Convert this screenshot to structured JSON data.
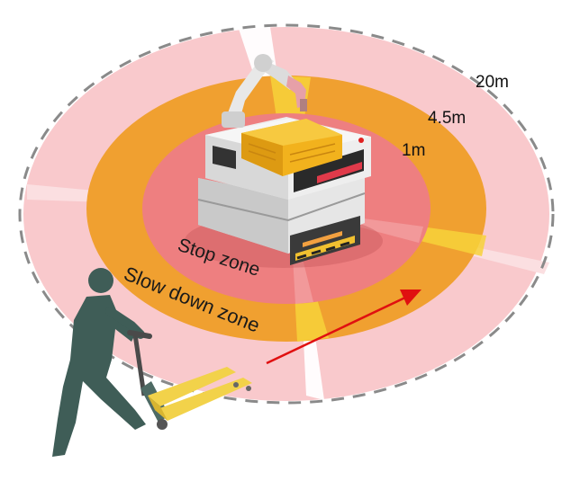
{
  "distances": {
    "outer": "20m",
    "middle": "4.5m",
    "inner": "1m"
  },
  "zones": {
    "stop": "Stop zone",
    "slow_down": "Slow down zone"
  },
  "colors": {
    "outer_zone": "#f9c9cc",
    "slow_zone": "#f0a030",
    "stop_zone": "#ee7f80",
    "scan_beam": "#f7d23a",
    "dashed_boundary": "#8a8a8a",
    "arrow": "#e01010",
    "worker": "#3f5d57",
    "pallet_jack": "#f2d24a"
  },
  "icons": {
    "robot": "mobile-manipulator-icon",
    "worker": "worker-silhouette-icon",
    "pallet_jack": "pallet-jack-icon",
    "arrow": "approach-arrow-icon"
  }
}
